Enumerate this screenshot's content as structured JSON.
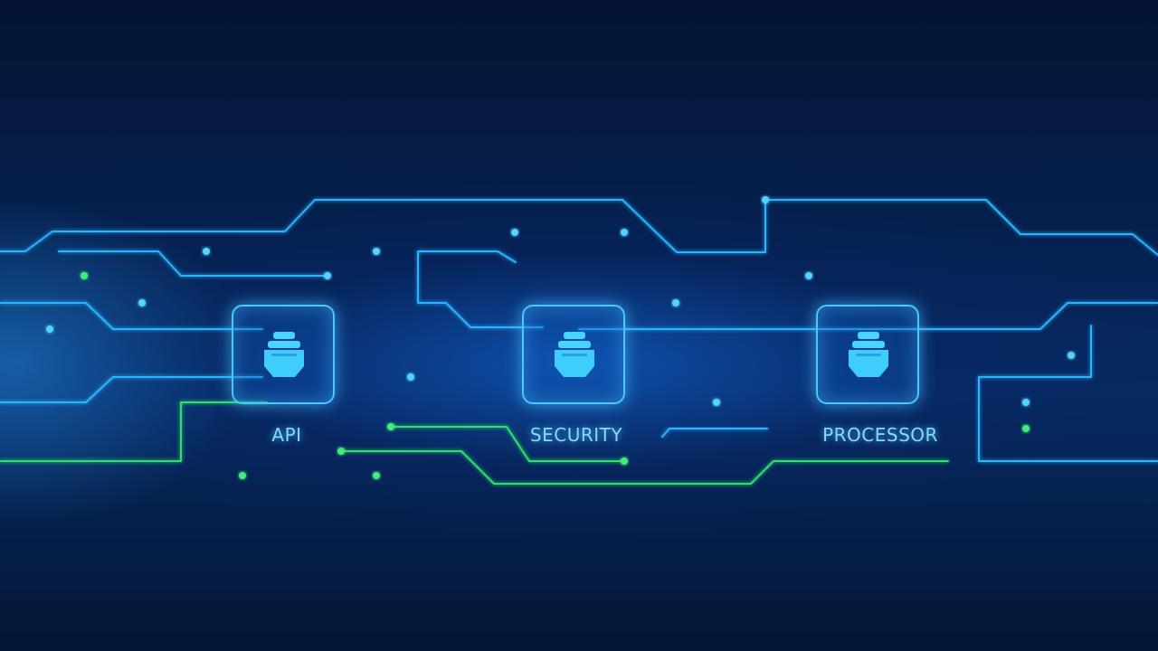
{
  "diagram": {
    "nodes": [
      {
        "id": "api",
        "label": "API",
        "icon": "chip-icon"
      },
      {
        "id": "security",
        "label": "SECURITY",
        "icon": "chip-icon"
      },
      {
        "id": "processor",
        "label": "PROCESSOR",
        "icon": "chip-icon"
      }
    ],
    "colors": {
      "background": "#04183a",
      "trace_blue": "#2ab4ff",
      "trace_green": "#2fe06a",
      "node_border": "#4cc6ff",
      "label": "#7fdcff"
    }
  }
}
